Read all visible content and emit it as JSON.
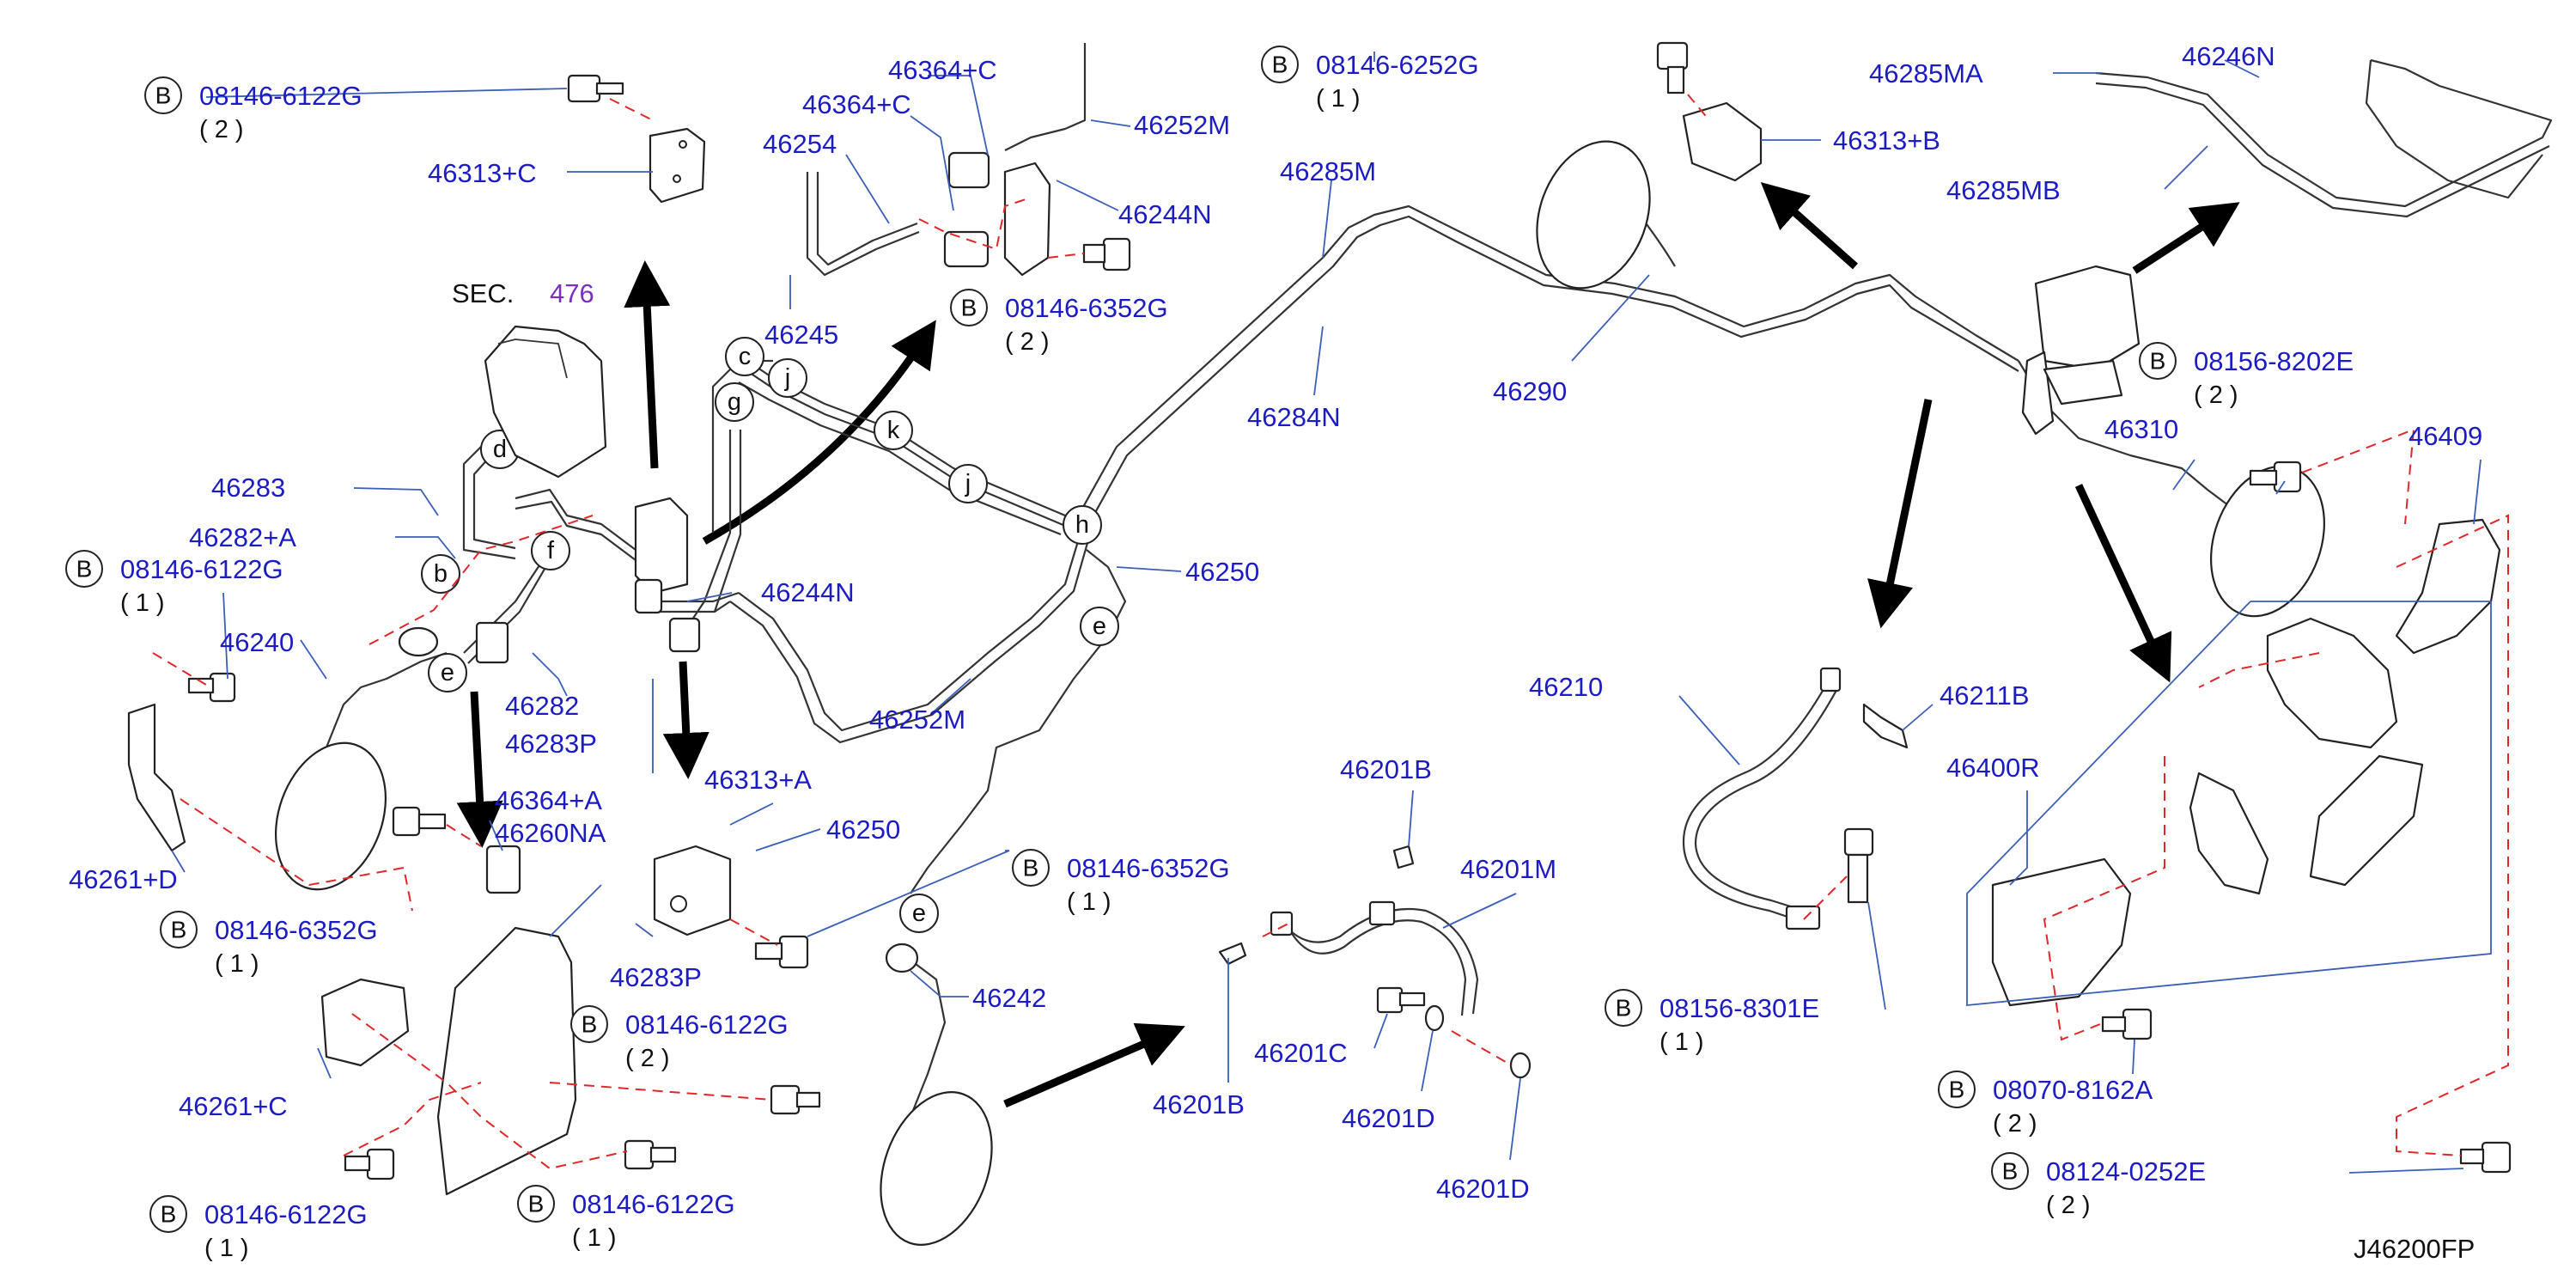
{
  "figure_code": "J46200FP",
  "section_ref": {
    "prefix": "SEC.",
    "number": "476"
  },
  "bolt_symbol": "B",
  "colors": {
    "part_label": "#1c1cc4",
    "leader": "#3a5fb8",
    "dash": "#e0282b",
    "section": "#7a2fc0"
  },
  "labels": [
    {
      "id": "l1",
      "text": "46313+C"
    },
    {
      "id": "l2",
      "text": "46364+C"
    },
    {
      "id": "l3",
      "text": "46364+C"
    },
    {
      "id": "l4",
      "text": "46254"
    },
    {
      "id": "l5",
      "text": "46252M"
    },
    {
      "id": "l6",
      "text": "46244N"
    },
    {
      "id": "l7",
      "text": "46245"
    },
    {
      "id": "l8",
      "text": "46283"
    },
    {
      "id": "l9",
      "text": "46282+A"
    },
    {
      "id": "l10",
      "text": "46240"
    },
    {
      "id": "l11",
      "text": "46244N"
    },
    {
      "id": "l12",
      "text": "46282"
    },
    {
      "id": "l13",
      "text": "46283P"
    },
    {
      "id": "l14",
      "text": "46364+A"
    },
    {
      "id": "l15",
      "text": "46260NA"
    },
    {
      "id": "l16",
      "text": "46261+D"
    },
    {
      "id": "l17",
      "text": "46313+A"
    },
    {
      "id": "l18",
      "text": "46250"
    },
    {
      "id": "l19",
      "text": "46283P"
    },
    {
      "id": "l20",
      "text": "46261+C"
    },
    {
      "id": "l21",
      "text": "46242"
    },
    {
      "id": "l22",
      "text": "46252M"
    },
    {
      "id": "l23",
      "text": "46250"
    },
    {
      "id": "l24",
      "text": "46285M"
    },
    {
      "id": "l25",
      "text": "46284N"
    },
    {
      "id": "l26",
      "text": "46290"
    },
    {
      "id": "l27",
      "text": "46313+B"
    },
    {
      "id": "l28",
      "text": "46285MA"
    },
    {
      "id": "l29",
      "text": "46246N"
    },
    {
      "id": "l30",
      "text": "46285MB"
    },
    {
      "id": "l31",
      "text": "46310"
    },
    {
      "id": "l32",
      "text": "46409"
    },
    {
      "id": "l33",
      "text": "46210"
    },
    {
      "id": "l34",
      "text": "46211B"
    },
    {
      "id": "l35",
      "text": "46400R"
    },
    {
      "id": "l36",
      "text": "46201B"
    },
    {
      "id": "l37",
      "text": "46201M"
    },
    {
      "id": "l38",
      "text": "46201C"
    },
    {
      "id": "l39",
      "text": "46201D"
    },
    {
      "id": "l40",
      "text": "46201D"
    },
    {
      "id": "l41",
      "text": "46201B"
    }
  ],
  "bolts": [
    {
      "id": "b1",
      "part": "08146-6122G",
      "qty": "( 2 )"
    },
    {
      "id": "b2",
      "part": "08146-6252G",
      "qty": "( 1 )"
    },
    {
      "id": "b3",
      "part": "08146-6352G",
      "qty": "( 2 )"
    },
    {
      "id": "b4",
      "part": "08146-6122G",
      "qty": "( 1 )"
    },
    {
      "id": "b5",
      "part": "08156-8202E",
      "qty": "( 2 )"
    },
    {
      "id": "b6",
      "part": "08146-6352G",
      "qty": "( 1 )"
    },
    {
      "id": "b7",
      "part": "08146-6352G",
      "qty": "( 1 )"
    },
    {
      "id": "b8",
      "part": "08146-6122G",
      "qty": "( 2 )"
    },
    {
      "id": "b9",
      "part": "08146-6122G",
      "qty": "( 1 )"
    },
    {
      "id": "b10",
      "part": "08146-6122G",
      "qty": "( 1 )"
    },
    {
      "id": "b11",
      "part": "08156-8301E",
      "qty": "( 1 )"
    },
    {
      "id": "b12",
      "part": "08070-8162A",
      "qty": "( 2 )"
    },
    {
      "id": "b13",
      "part": "08124-0252E",
      "qty": "( 2 )"
    }
  ],
  "connection_letters": [
    "b",
    "c",
    "d",
    "e",
    "f",
    "g",
    "h",
    "j",
    "k"
  ]
}
